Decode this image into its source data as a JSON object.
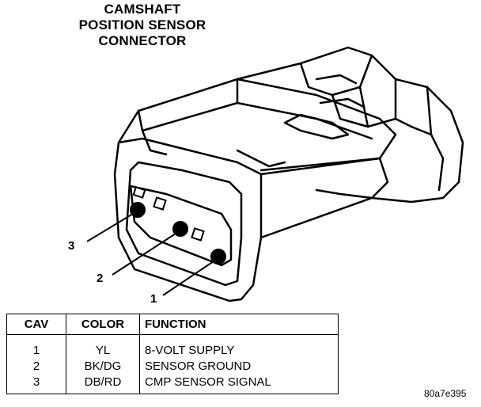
{
  "title": {
    "line1": "CAMSHAFT",
    "line2": "POSITION SENSOR",
    "line3": "CONNECTOR"
  },
  "callouts": [
    "1",
    "2",
    "3"
  ],
  "table": {
    "headers": [
      "CAV",
      "COLOR",
      "FUNCTION"
    ],
    "rows": [
      {
        "cav": "1",
        "color": "YL",
        "function": "8-VOLT SUPPLY"
      },
      {
        "cav": "2",
        "color": "BK/DG",
        "function": "SENSOR GROUND"
      },
      {
        "cav": "3",
        "color": "DB/RD",
        "function": "CMP SENSOR SIGNAL"
      }
    ]
  },
  "figure_code": "80a7e395"
}
